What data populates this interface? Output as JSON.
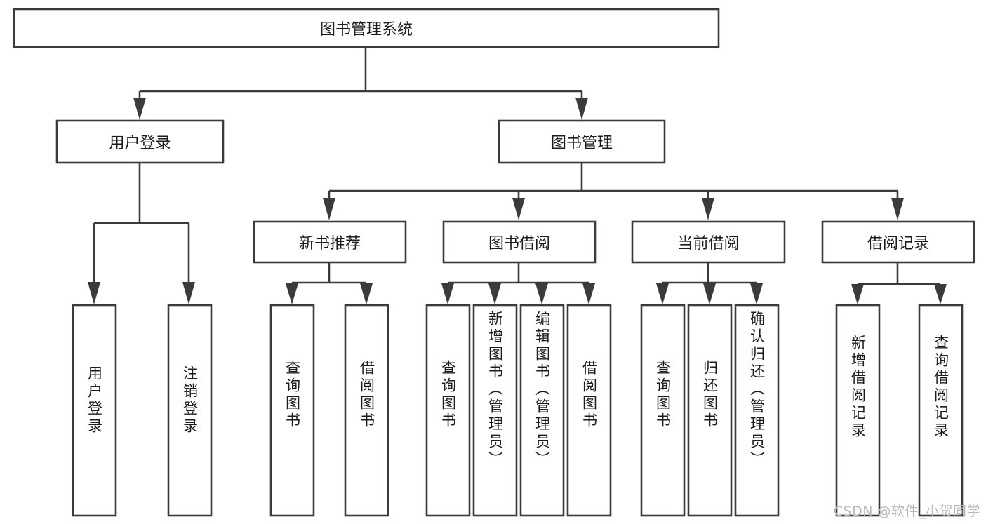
{
  "diagram": {
    "type": "tree-hierarchy",
    "title": "图书管理系统",
    "orientation": "top-down",
    "colors": {
      "box_stroke": "#3b3b3b",
      "box_fill": "#ffffff",
      "edge": "#3b3b3b",
      "text": "#1c1c1c",
      "watermark": "#b9b9b9",
      "background": "#ffffff"
    },
    "levels": {
      "level1": [
        "图书管理系统"
      ],
      "level2": [
        "用户登录",
        "图书管理"
      ],
      "level3": [
        "新书推荐",
        "图书借阅",
        "当前借阅",
        "借阅记录"
      ],
      "level4": [
        "用户登录",
        "注销登录",
        "查询图书",
        "借阅图书",
        "查询图书",
        "新增图书（管理员）",
        "编辑图书（管理员）",
        "借阅图书",
        "查询图书",
        "归还图书",
        "确认归还（管理员）",
        "新增借阅记录",
        "查询借阅记录"
      ]
    },
    "nodes": {
      "root": {
        "label": "图书管理系统"
      },
      "user_login": {
        "label": "用户登录"
      },
      "book_mgmt": {
        "label": "图书管理"
      },
      "new_book_rec": {
        "label": "新书推荐"
      },
      "book_borrow": {
        "label": "图书借阅"
      },
      "current_borrow": {
        "label": "当前借阅"
      },
      "borrow_record": {
        "label": "借阅记录"
      },
      "leaf_user_login": {
        "label": "用户登录"
      },
      "leaf_logout": {
        "label": "注销登录"
      },
      "leaf_query_book_a": {
        "label": "查询图书"
      },
      "leaf_borrow_book_a": {
        "label": "借阅图书"
      },
      "leaf_query_book_b": {
        "label": "查询图书"
      },
      "leaf_add_book": {
        "label": "新增图书（管理员）"
      },
      "leaf_edit_book": {
        "label": "编辑图书（管理员）"
      },
      "leaf_borrow_book_b": {
        "label": "借阅图书"
      },
      "leaf_query_book_c": {
        "label": "查询图书"
      },
      "leaf_return_book": {
        "label": "归还图书"
      },
      "leaf_confirm_return": {
        "label": "确认归还（管理员）"
      },
      "leaf_add_record": {
        "label": "新增借阅记录"
      },
      "leaf_query_record": {
        "label": "查询借阅记录"
      }
    },
    "edges": [
      {
        "from": "root",
        "to": "user_login"
      },
      {
        "from": "root",
        "to": "book_mgmt"
      },
      {
        "from": "user_login",
        "to": "leaf_user_login"
      },
      {
        "from": "user_login",
        "to": "leaf_logout"
      },
      {
        "from": "book_mgmt",
        "to": "new_book_rec"
      },
      {
        "from": "book_mgmt",
        "to": "book_borrow"
      },
      {
        "from": "book_mgmt",
        "to": "current_borrow"
      },
      {
        "from": "book_mgmt",
        "to": "borrow_record"
      },
      {
        "from": "new_book_rec",
        "to": "leaf_query_book_a"
      },
      {
        "from": "new_book_rec",
        "to": "leaf_borrow_book_a"
      },
      {
        "from": "book_borrow",
        "to": "leaf_query_book_b"
      },
      {
        "from": "book_borrow",
        "to": "leaf_add_book"
      },
      {
        "from": "book_borrow",
        "to": "leaf_edit_book"
      },
      {
        "from": "book_borrow",
        "to": "leaf_borrow_book_b"
      },
      {
        "from": "current_borrow",
        "to": "leaf_query_book_c"
      },
      {
        "from": "current_borrow",
        "to": "leaf_return_book"
      },
      {
        "from": "current_borrow",
        "to": "leaf_confirm_return"
      },
      {
        "from": "borrow_record",
        "to": "leaf_add_record"
      },
      {
        "from": "borrow_record",
        "to": "leaf_query_record"
      }
    ]
  },
  "watermark": {
    "text": "CSDN @软件_小贺同学"
  }
}
